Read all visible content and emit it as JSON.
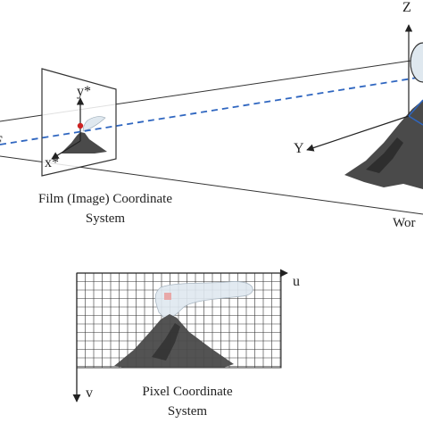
{
  "film": {
    "caption_line1": "Film (Image) Coordinate",
    "caption_line2": "System",
    "x_axis": "x*",
    "y_axis": "y*"
  },
  "world": {
    "caption_partial": "Wor",
    "z_axis": "Z",
    "y_axis": "Y"
  },
  "pixel": {
    "caption_line1": "Pixel Coordinate",
    "caption_line2": "System",
    "u_axis": "u",
    "v_axis": "v"
  },
  "optical_center_label_fragment": "F",
  "colors": {
    "optical_ray": "#2f66c0",
    "image_point": "#cc2222",
    "pixel_highlight": "#e8a8a8",
    "mountain": "#4a4a4a",
    "plume": "#dfe8ef",
    "grid": "#333333"
  }
}
